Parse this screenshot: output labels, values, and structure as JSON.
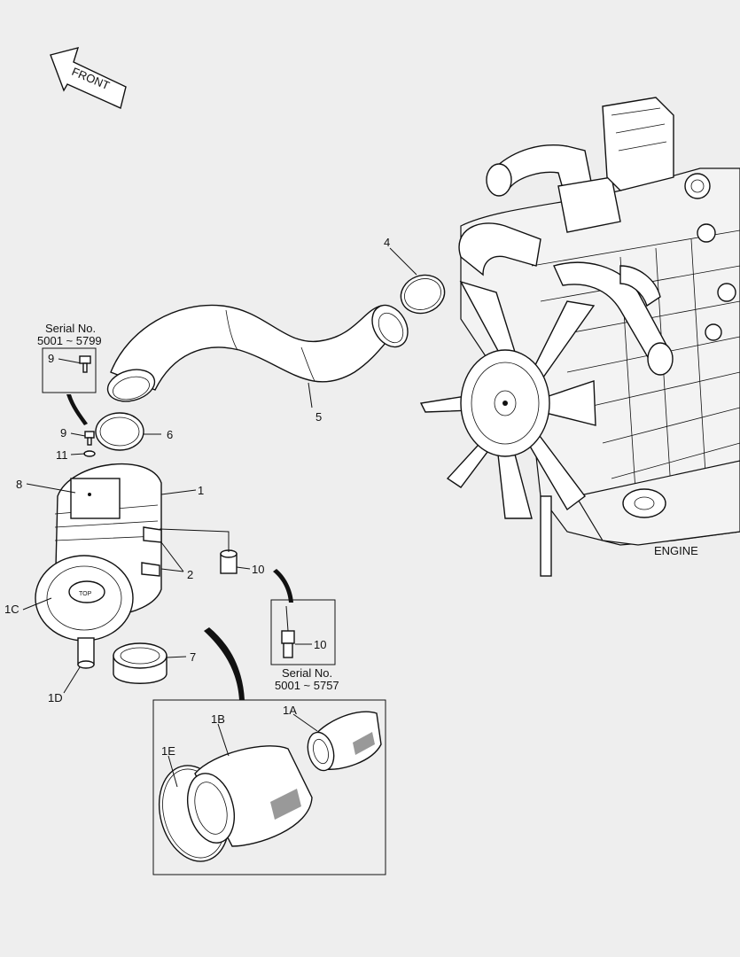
{
  "front_label": "FRONT",
  "engine_label": "ENGINE",
  "serial_box_top": {
    "title": "Serial No.",
    "range": "5001 ~ 5799",
    "part": "9"
  },
  "serial_box_mid": {
    "title": "Serial No.",
    "range": "5001 ~ 5757",
    "part": "10"
  },
  "callouts": {
    "c4": "4",
    "c5": "5",
    "c6": "6",
    "c9": "9",
    "c11": "11",
    "c8": "8",
    "c1": "1",
    "c2": "2",
    "c10": "10",
    "c1C": "1C",
    "c7": "7",
    "c1D": "1D",
    "c1B": "1B",
    "c1A": "1A",
    "c1E": "1E"
  },
  "colors": {
    "line": "#111111",
    "background": "#eeeeee",
    "part_fill": "#ffffff"
  }
}
